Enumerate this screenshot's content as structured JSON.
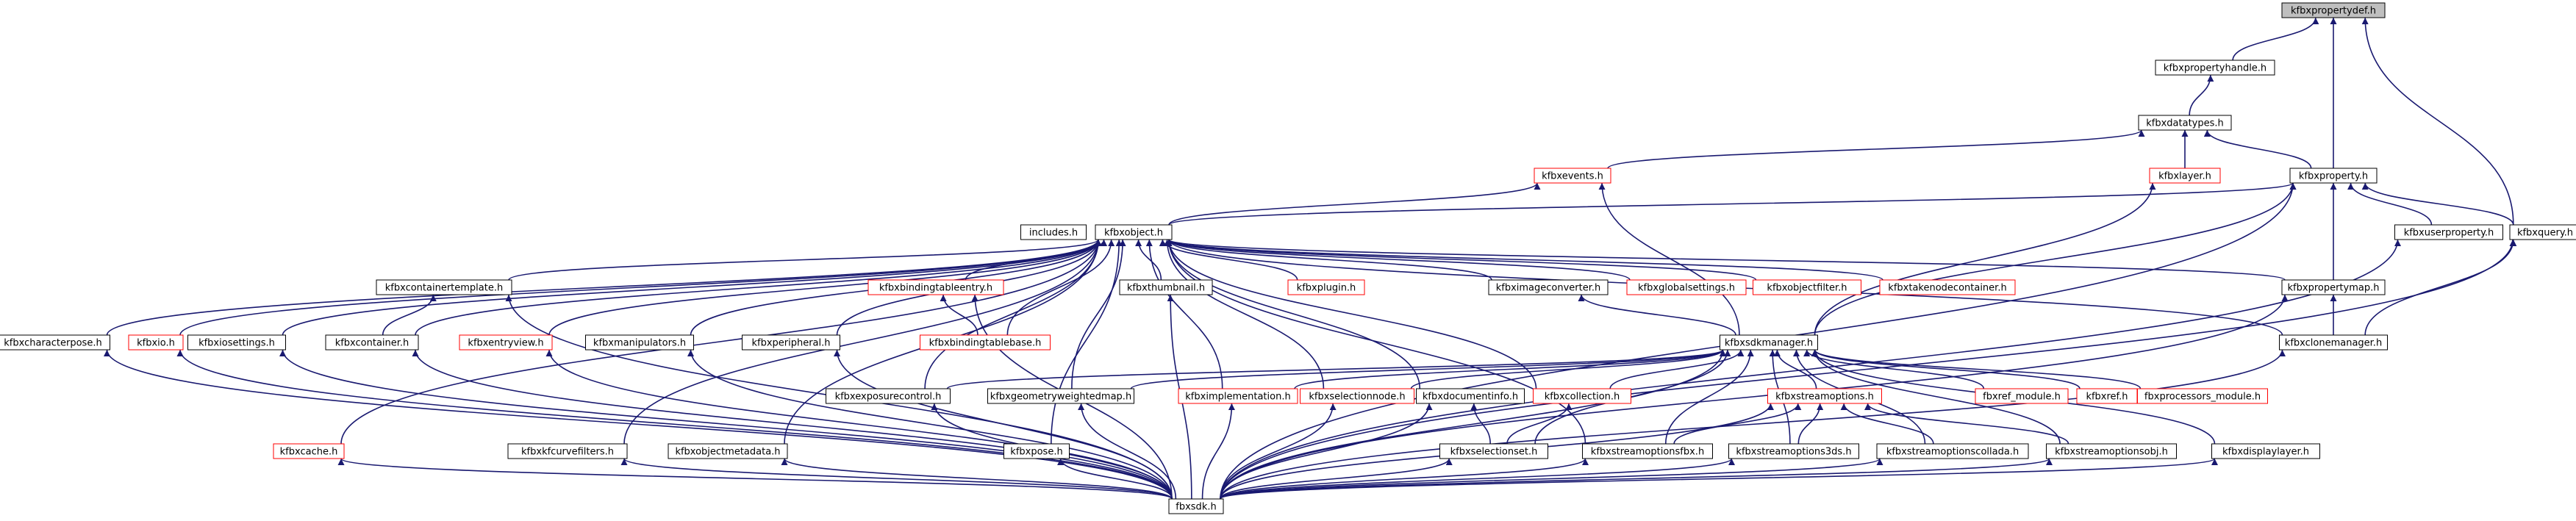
{
  "colors": {
    "edge": "#191970",
    "node_border": "#000000",
    "node_border_undocumented": "#ff0000",
    "root_fill": "#bfbfbf",
    "node_fill": "#ffffff",
    "text": "#000000"
  },
  "nodes": [
    {
      "id": "kfbxpropertydef",
      "label": "kfbxpropertydef.h",
      "style": "root"
    },
    {
      "id": "kfbxpropertyhandle",
      "label": "kfbxpropertyhandle.h",
      "style": "normal"
    },
    {
      "id": "kfbxdatatypes",
      "label": "kfbxdatatypes.h",
      "style": "normal"
    },
    {
      "id": "kfbxevents",
      "label": "kfbxevents.h",
      "style": "red"
    },
    {
      "id": "kfbxlayer",
      "label": "kfbxlayer.h",
      "style": "red"
    },
    {
      "id": "kfbxproperty",
      "label": "kfbxproperty.h",
      "style": "normal"
    },
    {
      "id": "includes",
      "label": "includes.h",
      "style": "normal"
    },
    {
      "id": "kfbxobject",
      "label": "kfbxobject.h",
      "style": "normal"
    },
    {
      "id": "kfbxuserproperty",
      "label": "kfbxuserproperty.h",
      "style": "normal"
    },
    {
      "id": "kfbxquery",
      "label": "kfbxquery.h",
      "style": "normal"
    },
    {
      "id": "kfbxcontainertemplate",
      "label": "kfbxcontainertemplate.h",
      "style": "normal"
    },
    {
      "id": "kfbxbindingtableentry",
      "label": "kfbxbindingtableentry.h",
      "style": "red"
    },
    {
      "id": "kfbxthumbnail",
      "label": "kfbxthumbnail.h",
      "style": "normal"
    },
    {
      "id": "kfbxplugin",
      "label": "kfbxplugin.h",
      "style": "red"
    },
    {
      "id": "kfbximageconverter",
      "label": "kfbximageconverter.h",
      "style": "normal"
    },
    {
      "id": "kfbxglobalsettings",
      "label": "kfbxglobalsettings.h",
      "style": "red"
    },
    {
      "id": "kfbxobjectfilter",
      "label": "kfbxobjectfilter.h",
      "style": "red"
    },
    {
      "id": "kfbxtakenodecontainer",
      "label": "kfbxtakenodecontainer.h",
      "style": "red"
    },
    {
      "id": "kfbxpropertymap",
      "label": "kfbxpropertymap.h",
      "style": "normal"
    },
    {
      "id": "kfbxcharacterpose",
      "label": "kfbxcharacterpose.h",
      "style": "normal"
    },
    {
      "id": "kfbxio",
      "label": "kfbxio.h",
      "style": "red"
    },
    {
      "id": "kfbxiosettings",
      "label": "kfbxiosettings.h",
      "style": "normal"
    },
    {
      "id": "kfbxcontainer",
      "label": "kfbxcontainer.h",
      "style": "normal"
    },
    {
      "id": "kfbxentryview",
      "label": "kfbxentryview.h",
      "style": "red"
    },
    {
      "id": "kfbxmanipulators",
      "label": "kfbxmanipulators.h",
      "style": "normal"
    },
    {
      "id": "kfbxperipheral",
      "label": "kfbxperipheral.h",
      "style": "normal"
    },
    {
      "id": "kfbxbindingtablebase",
      "label": "kfbxbindingtablebase.h",
      "style": "red"
    },
    {
      "id": "kfbxsdkmanager",
      "label": "kfbxsdkmanager.h",
      "style": "normal"
    },
    {
      "id": "kfbxclonemanager",
      "label": "kfbxclonemanager.h",
      "style": "normal"
    },
    {
      "id": "kfbxexposurecontrol",
      "label": "kfbxexposurecontrol.h",
      "style": "normal"
    },
    {
      "id": "kfbxgeometryweightedmap",
      "label": "kfbxgeometryweightedmap.h",
      "style": "normal"
    },
    {
      "id": "kfbximplementation",
      "label": "kfbximplementation.h",
      "style": "red"
    },
    {
      "id": "kfbxselectionnode",
      "label": "kfbxselectionnode.h",
      "style": "red"
    },
    {
      "id": "kfbxdocumentinfo",
      "label": "kfbxdocumentinfo.h",
      "style": "normal"
    },
    {
      "id": "kfbxcollection",
      "label": "kfbxcollection.h",
      "style": "red"
    },
    {
      "id": "kfbxstreamoptions",
      "label": "kfbxstreamoptions.h",
      "style": "red"
    },
    {
      "id": "fbxref_module",
      "label": "fbxref_module.h",
      "style": "red"
    },
    {
      "id": "kfbxref",
      "label": "kfbxref.h",
      "style": "red"
    },
    {
      "id": "fbxprocessors_module",
      "label": "fbxprocessors_module.h",
      "style": "red"
    },
    {
      "id": "kfbxcache",
      "label": "kfbxcache.h",
      "style": "red"
    },
    {
      "id": "kfbxkfcurvefilters",
      "label": "kfbxkfcurvefilters.h",
      "style": "normal"
    },
    {
      "id": "kfbxobjectmetadata",
      "label": "kfbxobjectmetadata.h",
      "style": "normal"
    },
    {
      "id": "kfbxpose",
      "label": "kfbxpose.h",
      "style": "normal"
    },
    {
      "id": "kfbxselectionset",
      "label": "kfbxselectionset.h",
      "style": "normal"
    },
    {
      "id": "kfbxstreamoptionsfbx",
      "label": "kfbxstreamoptionsfbx.h",
      "style": "normal"
    },
    {
      "id": "kfbxstreamoptions3ds",
      "label": "kfbxstreamoptions3ds.h",
      "style": "normal"
    },
    {
      "id": "kfbxstreamoptionscollada",
      "label": "kfbxstreamoptionscollada.h",
      "style": "normal"
    },
    {
      "id": "kfbxstreamoptionsobj",
      "label": "kfbxstreamoptionsobj.h",
      "style": "normal"
    },
    {
      "id": "kfbxdisplaylayer",
      "label": "kfbxdisplaylayer.h",
      "style": "normal"
    },
    {
      "id": "fbxsdk",
      "label": "fbxsdk.h",
      "style": "normal"
    }
  ],
  "edges": [
    [
      "kfbxpropertyhandle",
      "kfbxpropertydef"
    ],
    [
      "kfbxproperty",
      "kfbxpropertydef"
    ],
    [
      "kfbxquery",
      "kfbxpropertydef"
    ],
    [
      "kfbxdatatypes",
      "kfbxpropertyhandle"
    ],
    [
      "kfbxevents",
      "kfbxdatatypes"
    ],
    [
      "kfbxlayer",
      "kfbxdatatypes"
    ],
    [
      "kfbxproperty",
      "kfbxdatatypes"
    ],
    [
      "kfbxobject",
      "kfbxevents"
    ],
    [
      "kfbxsdkmanager",
      "kfbxevents"
    ],
    [
      "kfbxsdkmanager",
      "kfbxlayer"
    ],
    [
      "kfbxobject",
      "kfbxproperty"
    ],
    [
      "kfbxuserproperty",
      "kfbxproperty"
    ],
    [
      "kfbxquery",
      "kfbxproperty"
    ],
    [
      "kfbxpropertymap",
      "kfbxproperty"
    ],
    [
      "kfbxsdkmanager",
      "kfbxproperty"
    ],
    [
      "fbxsdk",
      "kfbxproperty"
    ],
    [
      "kfbxclonemanager",
      "kfbxquery"
    ],
    [
      "fbxsdk",
      "kfbxquery"
    ],
    [
      "fbxsdk",
      "kfbxuserproperty"
    ],
    [
      "kfbxclonemanager",
      "kfbxpropertymap"
    ],
    [
      "fbxsdk",
      "kfbxpropertymap"
    ],
    [
      "fbxsdk",
      "kfbxclonemanager"
    ],
    [
      "kfbxcharacterpose",
      "kfbxobject"
    ],
    [
      "kfbxio",
      "kfbxobject"
    ],
    [
      "kfbxiosettings",
      "kfbxobject"
    ],
    [
      "kfbxcontainertemplate",
      "kfbxobject"
    ],
    [
      "kfbxcontainer",
      "kfbxobject"
    ],
    [
      "kfbxcache",
      "kfbxobject"
    ],
    [
      "kfbxentryview",
      "kfbxobject"
    ],
    [
      "kfbxkfcurvefilters",
      "kfbxobject"
    ],
    [
      "kfbxmanipulators",
      "kfbxobject"
    ],
    [
      "kfbxobjectmetadata",
      "kfbxobject"
    ],
    [
      "kfbxperipheral",
      "kfbxobject"
    ],
    [
      "kfbxbindingtableentry",
      "kfbxobject"
    ],
    [
      "kfbxbindingtablebase",
      "kfbxobject"
    ],
    [
      "kfbxexposurecontrol",
      "kfbxobject"
    ],
    [
      "kfbxpose",
      "kfbxobject"
    ],
    [
      "kfbxgeometryweightedmap",
      "kfbxobject"
    ],
    [
      "kfbxthumbnail",
      "kfbxobject"
    ],
    [
      "kfbximplementation",
      "kfbxobject"
    ],
    [
      "kfbxplugin",
      "kfbxobject"
    ],
    [
      "kfbxselectionnode",
      "kfbxobject"
    ],
    [
      "kfbxdocumentinfo",
      "kfbxobject"
    ],
    [
      "kfbximageconverter",
      "kfbxobject"
    ],
    [
      "kfbxcollection",
      "kfbxobject"
    ],
    [
      "kfbxglobalsettings",
      "kfbxobject"
    ],
    [
      "kfbxobjectfilter",
      "kfbxobject"
    ],
    [
      "kfbxtakenodecontainer",
      "kfbxobject"
    ],
    [
      "kfbxstreamoptionsfbx",
      "kfbxobject"
    ],
    [
      "kfbxpropertymap",
      "kfbxobject"
    ],
    [
      "kfbxclonemanager",
      "kfbxobject"
    ],
    [
      "kfbxcontainer",
      "kfbxcontainertemplate"
    ],
    [
      "fbxsdk",
      "kfbxcontainertemplate"
    ],
    [
      "kfbxbindingtablebase",
      "kfbxbindingtableentry"
    ],
    [
      "fbxsdk",
      "kfbxbindingtableentry"
    ],
    [
      "kfbxsdkmanager",
      "kfbximageconverter"
    ],
    [
      "kfbxselectionset",
      "kfbxcollection"
    ],
    [
      "kfbxexposurecontrol",
      "kfbxsdkmanager"
    ],
    [
      "kfbxgeometryweightedmap",
      "kfbxsdkmanager"
    ],
    [
      "kfbximplementation",
      "kfbxsdkmanager"
    ],
    [
      "kfbxselectionnode",
      "kfbxsdkmanager"
    ],
    [
      "kfbxcollection",
      "kfbxsdkmanager"
    ],
    [
      "kfbxstreamoptions",
      "kfbxsdkmanager"
    ],
    [
      "fbxref_module",
      "kfbxsdkmanager"
    ],
    [
      "kfbxref",
      "kfbxsdkmanager"
    ],
    [
      "fbxprocessors_module",
      "kfbxsdkmanager"
    ],
    [
      "kfbxselectionset",
      "kfbxsdkmanager"
    ],
    [
      "kfbxstreamoptionsfbx",
      "kfbxsdkmanager"
    ],
    [
      "kfbxstreamoptions3ds",
      "kfbxsdkmanager"
    ],
    [
      "kfbxstreamoptionscollada",
      "kfbxsdkmanager"
    ],
    [
      "kfbxstreamoptionsobj",
      "kfbxsdkmanager"
    ],
    [
      "kfbxdisplaylayer",
      "kfbxsdkmanager"
    ],
    [
      "fbxsdk",
      "kfbxsdkmanager"
    ],
    [
      "kfbxstreamoptionsfbx",
      "kfbxstreamoptions"
    ],
    [
      "kfbxstreamoptions3ds",
      "kfbxstreamoptions"
    ],
    [
      "kfbxstreamoptionscollada",
      "kfbxstreamoptions"
    ],
    [
      "kfbxstreamoptionsobj",
      "kfbxstreamoptions"
    ],
    [
      "fbxsdk",
      "kfbxstreamoptions"
    ],
    [
      "kfbxselectionset",
      "kfbxdocumentinfo"
    ],
    [
      "fbxsdk",
      "kfbxcharacterpose"
    ],
    [
      "fbxsdk",
      "kfbxio"
    ],
    [
      "fbxsdk",
      "kfbxiosettings"
    ],
    [
      "fbxsdk",
      "kfbxcontainer"
    ],
    [
      "fbxsdk",
      "kfbxcache"
    ],
    [
      "fbxsdk",
      "kfbxentryview"
    ],
    [
      "fbxsdk",
      "kfbxkfcurvefilters"
    ],
    [
      "fbxsdk",
      "kfbxmanipulators"
    ],
    [
      "fbxsdk",
      "kfbxobjectmetadata"
    ],
    [
      "fbxsdk",
      "kfbxperipheral"
    ],
    [
      "fbxsdk",
      "kfbxexposurecontrol"
    ],
    [
      "fbxsdk",
      "kfbxgeometryweightedmap"
    ],
    [
      "fbxsdk",
      "kfbxpose"
    ],
    [
      "fbxsdk",
      "kfbxthumbnail"
    ],
    [
      "fbxsdk",
      "kfbximplementation"
    ],
    [
      "fbxsdk",
      "kfbxselectionnode"
    ],
    [
      "fbxsdk",
      "kfbxdocumentinfo"
    ],
    [
      "fbxsdk",
      "kfbxselectionset"
    ],
    [
      "fbxsdk",
      "kfbxstreamoptionsfbx"
    ],
    [
      "fbxsdk",
      "kfbxstreamoptions3ds"
    ],
    [
      "fbxsdk",
      "kfbxstreamoptionscollada"
    ],
    [
      "fbxsdk",
      "kfbxstreamoptionsobj"
    ],
    [
      "fbxsdk",
      "kfbxdisplaylayer"
    ]
  ]
}
